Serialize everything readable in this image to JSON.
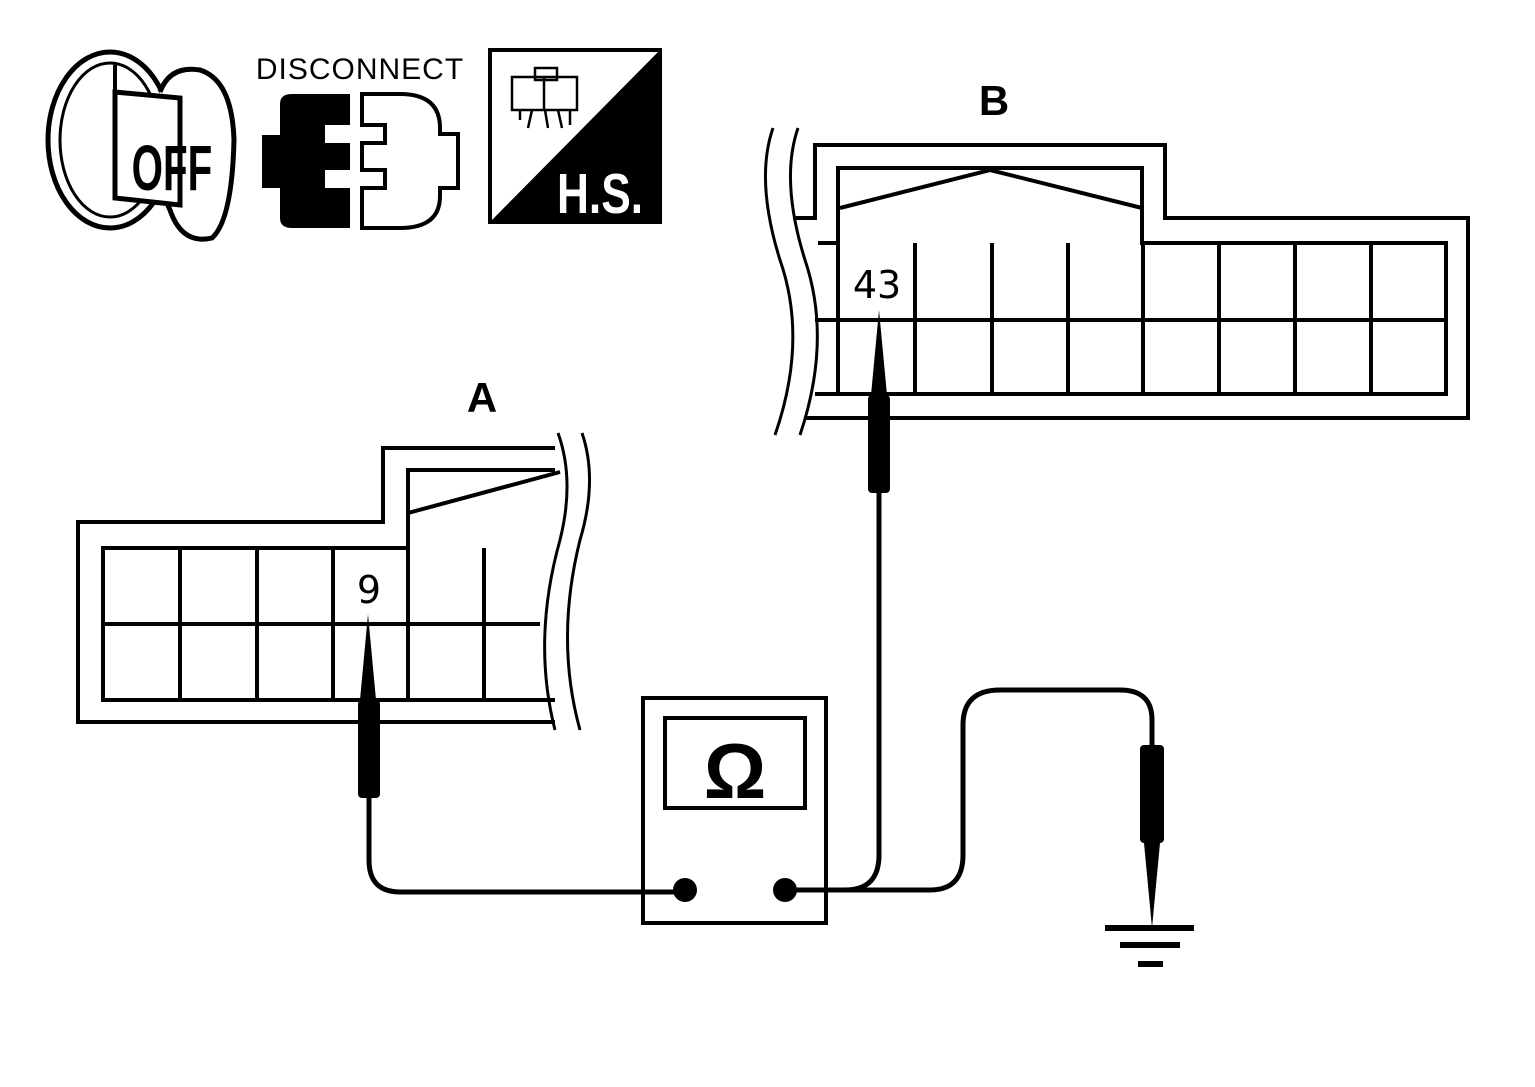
{
  "icons": {
    "ignition": {
      "text": "OFF",
      "icon": "ignition-key-icon"
    },
    "disconnect": {
      "text": "DISCONNECT",
      "icon": "connector-disconnect-icon"
    },
    "harness": {
      "text": "H.S.",
      "icon": "harness-side-connector-icon"
    }
  },
  "connector_a": {
    "label": "A",
    "pin": "9"
  },
  "connector_b": {
    "label": "B",
    "pin": "43"
  },
  "meter": {
    "symbol": "Ω",
    "icon": "ohmmeter-icon"
  },
  "ground": {
    "icon": "ground-symbol-icon"
  }
}
